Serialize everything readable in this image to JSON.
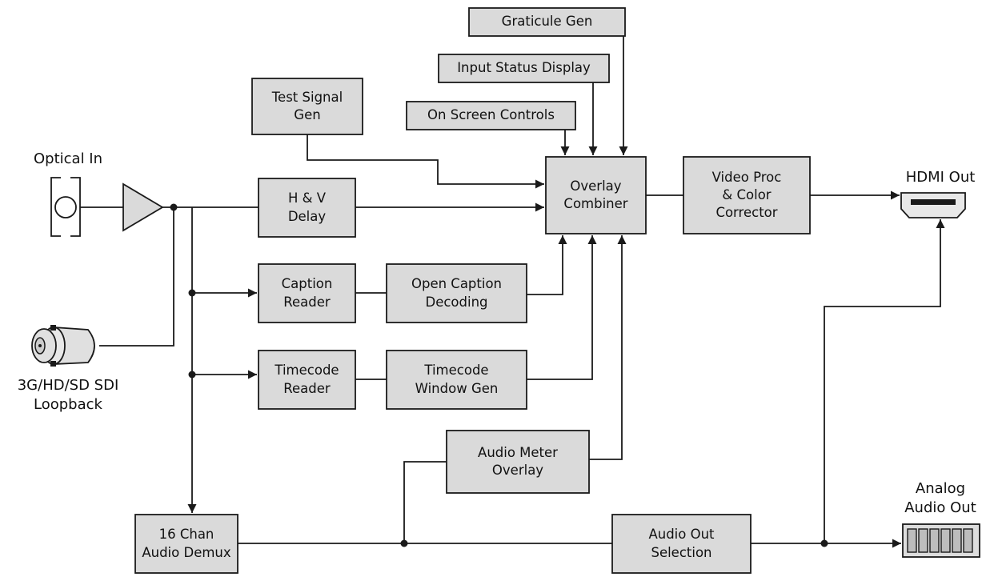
{
  "blocks": {
    "graticule_gen": "Graticule Gen",
    "input_status_display": "Input Status Display",
    "on_screen_controls": "On Screen Controls",
    "test_signal_gen": "Test Signal\nGen",
    "overlay_combiner": "Overlay\nCombiner",
    "video_proc": "Video Proc\n& Color\nCorrector",
    "hv_delay": "H & V\nDelay",
    "caption_reader": "Caption\nReader",
    "open_caption_decoding": "Open Caption\nDecoding",
    "timecode_reader": "Timecode\nReader",
    "timecode_window_gen": "Timecode\nWindow Gen",
    "audio_meter_overlay": "Audio Meter\nOverlay",
    "audio_demux": "16 Chan\nAudio Demux",
    "audio_out_selection": "Audio Out\nSelection"
  },
  "io": {
    "optical_in": "Optical In",
    "sdi_loopback": "3G/HD/SD SDI\nLoopback",
    "hdmi_out": "HDMI Out",
    "analog_audio_out": "Analog\nAudio Out"
  }
}
